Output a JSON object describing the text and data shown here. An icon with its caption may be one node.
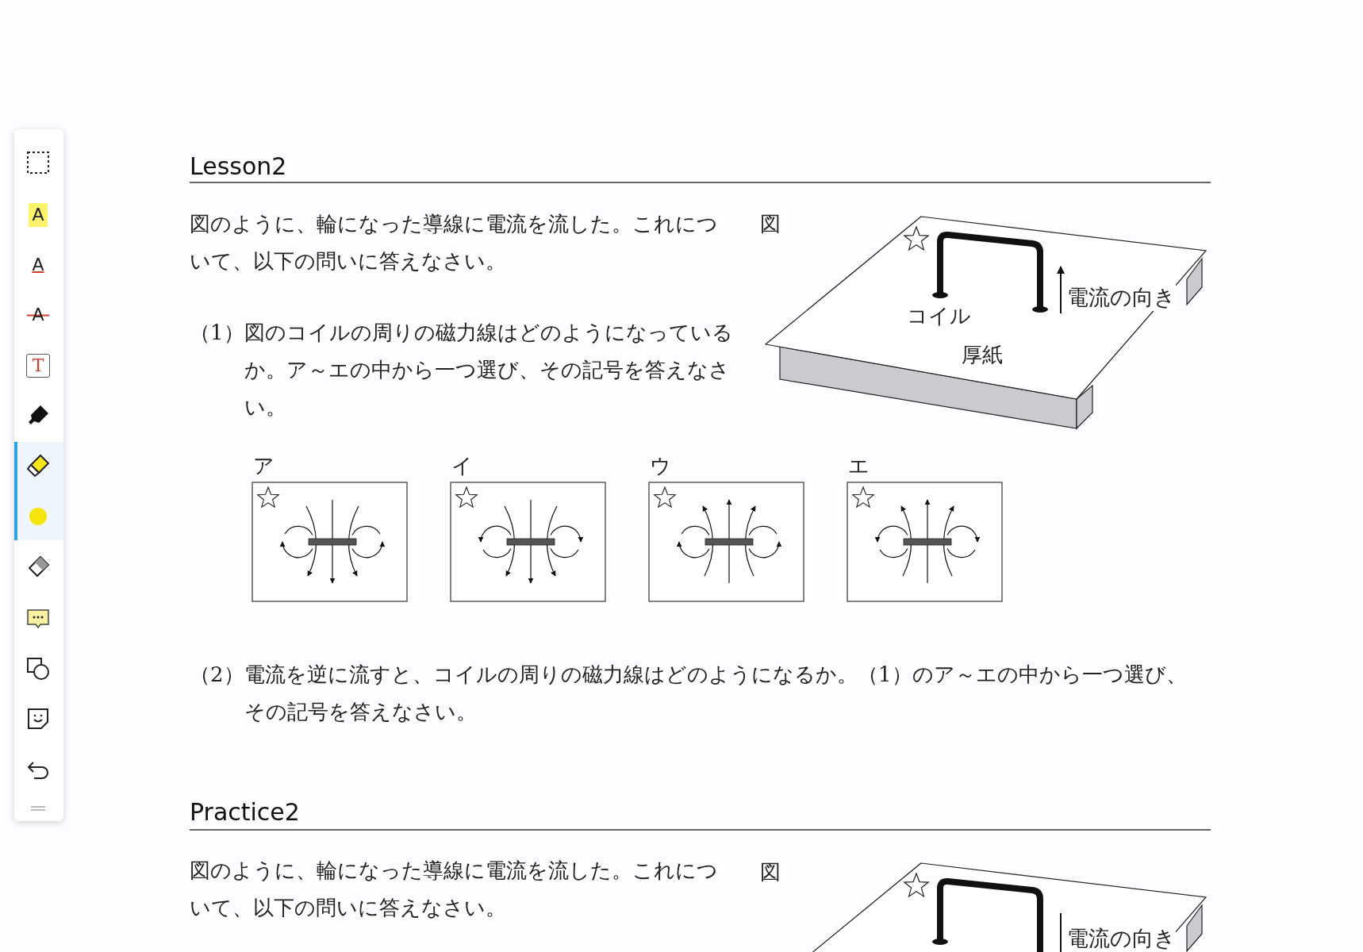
{
  "diagram": {
    "labels": [
      "A",
      "A",
      "A",
      "T",
      "Lesson2",
      "図のように、輪になった導線に電流を流した。これについて、以下の問いに答えなさい。",
      "図",
      "電流の向き",
      "コイル",
      "厚紙",
      "（1）",
      "図のコイルの周りの磁力線はどのようになっているか。ア～エの中から一つ選び、その記号を答えなさい。",
      "ア",
      "イ",
      "ウ",
      "エ",
      "（2）",
      "電流を逆に流すと、コイルの周りの磁力線はどのようになるか。（1）のア～エの中から一つ選び、その記号を答えなさい。",
      "Practice2",
      "図のように、輪になった導線に電流を流した。これについて、以下の問いに答えなさい。",
      "図",
      "電流の向き"
    ]
  }
}
